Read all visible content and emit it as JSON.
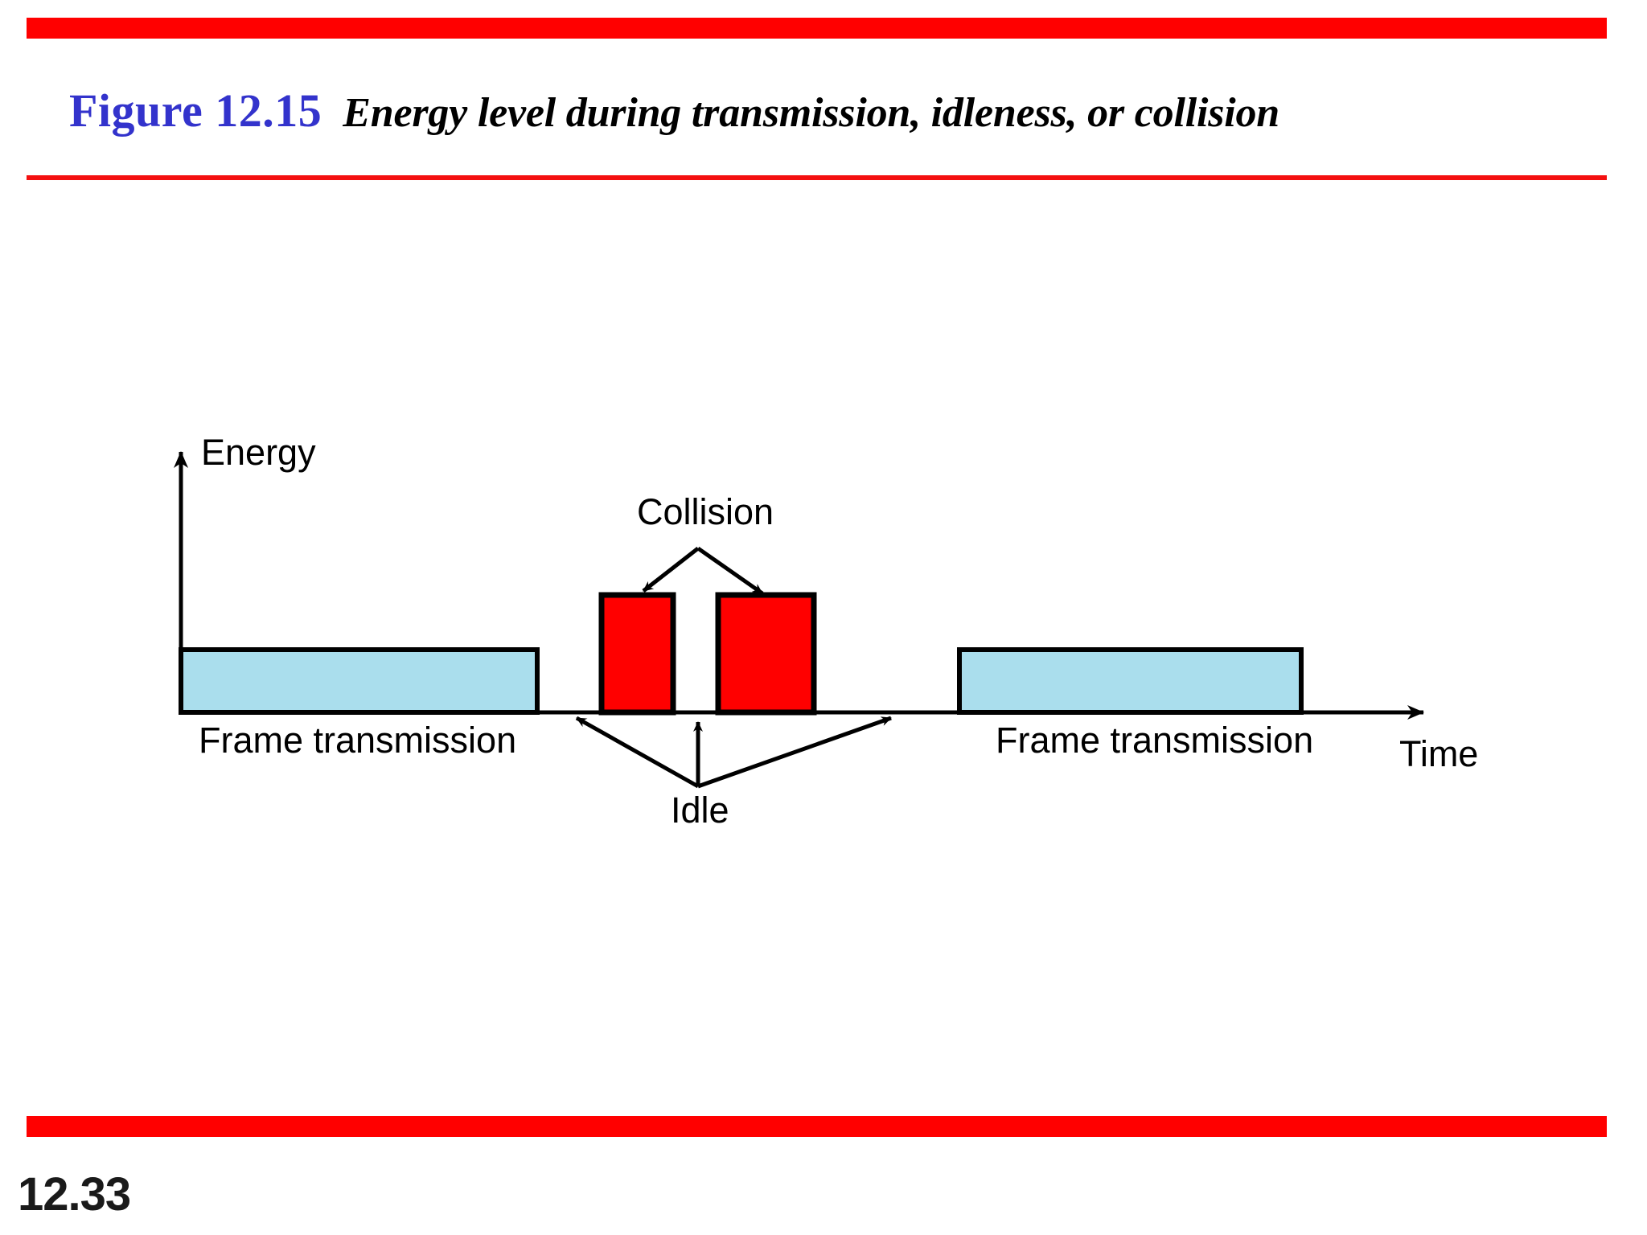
{
  "slide": {
    "figure_number": "Figure 12.15",
    "figure_title": "Energy level during transmission, idleness, or collision",
    "page_number": "12.33",
    "accent_color": "#FF0000",
    "figure_number_color": "#3333CC"
  },
  "figure": {
    "y_axis_label": "Energy",
    "x_axis_label": "Time",
    "labels": {
      "collision": "Collision",
      "idle": "Idle",
      "frame_transmission_1": "Frame transmission",
      "frame_transmission_2": "Frame transmission"
    },
    "colors": {
      "transmission_fill": "#AADEED",
      "collision_fill": "#FF0000",
      "stroke": "#000000"
    }
  },
  "chart_data": {
    "type": "bar",
    "title": "Energy level during transmission, idleness, or collision",
    "xlabel": "Time",
    "ylabel": "Energy",
    "grid": false,
    "legend": null,
    "xlim": [
      0,
      100
    ],
    "ylim": [
      0,
      100
    ],
    "series": [
      {
        "name": "Frame transmission",
        "color": "#AADEED",
        "segments": [
          {
            "label": "Frame transmission",
            "x_start": 0.0,
            "x_end": 28.3,
            "energy": 50,
            "state": "transmission"
          },
          {
            "label": "Frame transmission",
            "x_start": 61.8,
            "x_end": 88.9,
            "energy": 50,
            "state": "transmission"
          }
        ]
      },
      {
        "name": "Collision",
        "color": "#FF0000",
        "segments": [
          {
            "label": "Collision",
            "x_start": 33.3,
            "x_end": 39.0,
            "energy": 93,
            "state": "collision"
          },
          {
            "label": "Collision",
            "x_start": 42.6,
            "x_end": 50.2,
            "energy": 93,
            "state": "collision"
          }
        ]
      },
      {
        "name": "Idle",
        "color": "#FFFFFF",
        "segments": [
          {
            "label": "Idle",
            "x_start": 28.3,
            "x_end": 33.3,
            "energy": 0,
            "state": "idle"
          },
          {
            "label": "Idle",
            "x_start": 39.0,
            "x_end": 42.6,
            "energy": 0,
            "state": "idle"
          },
          {
            "label": "Idle",
            "x_start": 50.2,
            "x_end": 61.8,
            "energy": 0,
            "state": "idle"
          }
        ]
      }
    ],
    "annotations": [
      {
        "text": "Collision",
        "points_to": [
          "collision-bar-1",
          "collision-bar-2"
        ]
      },
      {
        "text": "Idle",
        "points_to": [
          "idle-gap-1",
          "idle-gap-2",
          "idle-gap-3"
        ]
      }
    ]
  }
}
